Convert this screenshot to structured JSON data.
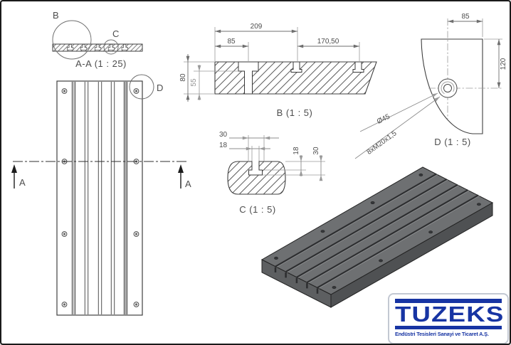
{
  "sheet": {
    "section_view": {
      "label": "A-A  (1 : 25)",
      "detail_b_marker": "B",
      "detail_c_marker": "C"
    },
    "plan_view": {
      "detail_d_marker": "D",
      "cut_letter_left": "A",
      "cut_letter_right": "A"
    },
    "detail_b": {
      "label": "B  (1 : 5)",
      "dim_209": "209",
      "dim_85": "85",
      "dim_170_50": "170,50",
      "dim_80": "80",
      "dim_55": "55"
    },
    "detail_c": {
      "label": "C  (1 : 5)",
      "dim_top_30": "30",
      "dim_top_18": "18",
      "dim_side_18": "18",
      "dim_side_30": "30"
    },
    "detail_d": {
      "label": "D  (1 : 5)",
      "dim_85": "85",
      "dim_120": "120",
      "callout_diameter": "Ø45",
      "callout_thread": "8xM20x1,5"
    }
  },
  "logo": {
    "name": "TUZEKS",
    "tagline": "Endüstri Tesisleri Sanayi ve Ticaret A.Ş."
  },
  "colors": {
    "outline": "#3f3f3f",
    "dimension": "#8c8c8c",
    "dim_text": "#4d4d4d",
    "logo_navy": "#1734a3",
    "plate_top": "#6e7072",
    "plate_end_face": "#5d5f61",
    "plate_long_face": "#4f5153",
    "plate_slot": "#2c2d2f"
  }
}
